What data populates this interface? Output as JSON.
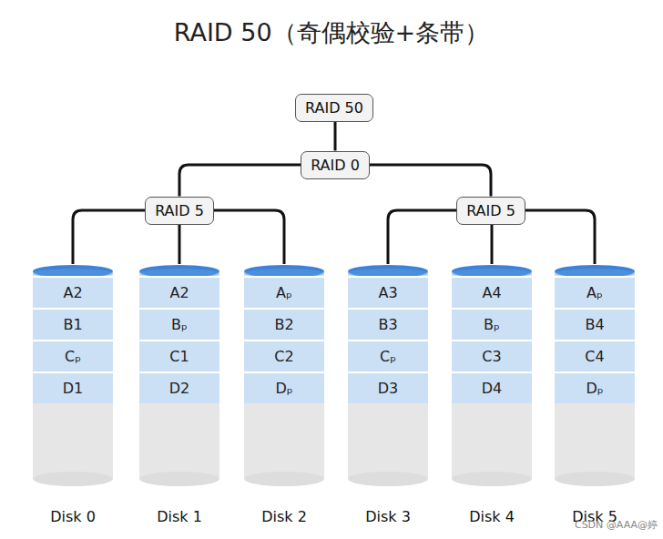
{
  "diagram": {
    "title": "RAID 50（奇偶校验+条带）",
    "nodes": [
      {
        "text": [
          "RAID 50"
        ]
      },
      {
        "text": [
          "RAID 0"
        ]
      },
      {
        "text": [
          "RAID 5"
        ]
      },
      {
        "text": [
          "RAID 5"
        ]
      },
      {
        "text": [
          "Disk 0"
        ]
      },
      {
        "text": [
          "A2"
        ],
        "in": 4
      },
      {
        "text": [
          "B1"
        ],
        "in": 4
      },
      {
        "text": [
          "Cₚ"
        ],
        "in": 4
      },
      {
        "text": [
          "D1"
        ],
        "in": 4
      },
      {
        "text": [
          "Disk 1"
        ]
      },
      {
        "text": [
          "A2"
        ],
        "in": 9
      },
      {
        "text": [
          "Bₚ"
        ],
        "in": 9
      },
      {
        "text": [
          "C1"
        ],
        "in": 9
      },
      {
        "text": [
          "D2"
        ],
        "in": 9
      },
      {
        "text": [
          "Disk 2"
        ]
      },
      {
        "text": [
          "Aₚ"
        ],
        "in": 14
      },
      {
        "text": [
          "B2"
        ],
        "in": 14
      },
      {
        "text": [
          "C2"
        ],
        "in": 14
      },
      {
        "text": [
          "Dₚ"
        ],
        "in": 14
      },
      {
        "text": [
          "Disk 3"
        ]
      },
      {
        "text": [
          "A3"
        ],
        "in": 19
      },
      {
        "text": [
          "B3"
        ],
        "in": 19
      },
      {
        "text": [
          "Cₚ"
        ],
        "in": 19
      },
      {
        "text": [
          "D3"
        ],
        "in": 19
      },
      {
        "text": [
          "Disk 4"
        ]
      },
      {
        "text": [
          "A4"
        ],
        "in": 24
      },
      {
        "text": [
          "Bₚ"
        ],
        "in": 24
      },
      {
        "text": [
          "C3"
        ],
        "in": 24
      },
      {
        "text": [
          "D4"
        ],
        "in": 24
      },
      {
        "text": [
          "Disk 5"
        ]
      },
      {
        "text": [
          "Aₚ"
        ],
        "in": 29
      },
      {
        "text": [
          "B4"
        ],
        "in": 29
      },
      {
        "text": [
          "C4"
        ],
        "in": 29
      },
      {
        "text": [
          "Dₚ"
        ],
        "in": 29
      }
    ],
    "edges": [
      {
        "from": 0,
        "to": 1,
        "arrow": "none"
      },
      {
        "from": 1,
        "to": 2,
        "arrow": "none"
      },
      {
        "from": 1,
        "to": 3,
        "arrow": "none"
      },
      {
        "from": 2,
        "to": 4,
        "arrow": "none"
      },
      {
        "from": 2,
        "to": 9,
        "arrow": "none"
      },
      {
        "from": 2,
        "to": 14,
        "arrow": "none"
      },
      {
        "from": 3,
        "to": 19,
        "arrow": "none"
      },
      {
        "from": 3,
        "to": 24,
        "arrow": "none"
      },
      {
        "from": 3,
        "to": 29,
        "arrow": "none"
      }
    ],
    "labels": [
      "CSDN @AAA@婷"
    ]
  }
}
